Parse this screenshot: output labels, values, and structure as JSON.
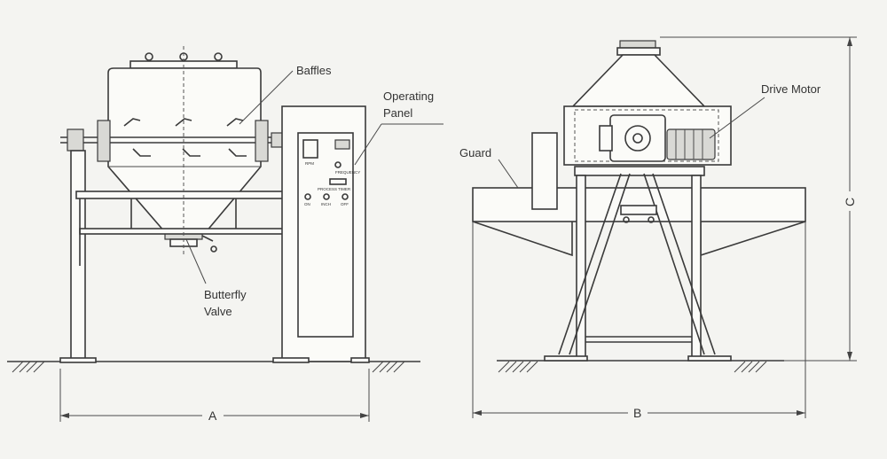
{
  "labels": {
    "baffles": "Baffles",
    "operating_panel_line1": "Operating",
    "operating_panel_line2": "Panel",
    "butterfly_valve_line1": "Butterfly",
    "butterfly_valve_line2": "Valve",
    "guard": "Guard",
    "drive_motor": "Drive Motor"
  },
  "dimensions": {
    "a": "A",
    "b": "B",
    "c": "C"
  },
  "panel_text": {
    "rpm": "RPM",
    "frequency": "FREQUENCY",
    "process_timer": "PROCESS  TIMER",
    "on": "ON",
    "inch": "INCH",
    "off": "OFF"
  }
}
